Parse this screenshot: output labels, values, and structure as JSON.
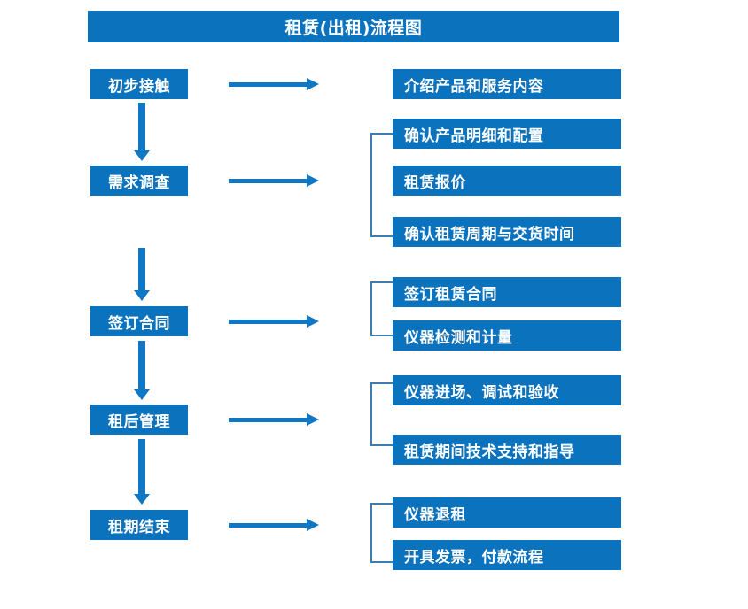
{
  "diagram": {
    "title": "租赁(出租)流程图",
    "colors": {
      "box_fill": "#0b72bd",
      "box_text": "#ffffff",
      "arrow": "#1077c4",
      "bracket": "#3f7cb0",
      "background": "#ffffff"
    },
    "stages": [
      {
        "id": "stage-1",
        "label": "初步接触"
      },
      {
        "id": "stage-2",
        "label": "需求调查"
      },
      {
        "id": "stage-3",
        "label": "签订合同"
      },
      {
        "id": "stage-4",
        "label": "租后管理"
      },
      {
        "id": "stage-5",
        "label": "租期结束"
      }
    ],
    "details": [
      {
        "id": "detail-1",
        "label": "介绍产品和服务内容"
      },
      {
        "id": "detail-2",
        "label": "确认产品明细和配置"
      },
      {
        "id": "detail-3",
        "label": "租赁报价"
      },
      {
        "id": "detail-4",
        "label": "确认租赁周期与交货时间"
      },
      {
        "id": "detail-5",
        "label": "签订租赁合同"
      },
      {
        "id": "detail-6",
        "label": "仪器检测和计量"
      },
      {
        "id": "detail-7",
        "label": "仪器进场、调试和验收"
      },
      {
        "id": "detail-8",
        "label": "租赁期间技术支持和指导"
      },
      {
        "id": "detail-9",
        "label": "仪器退租"
      },
      {
        "id": "detail-10",
        "label": "开具发票，付款流程"
      }
    ],
    "connectors": {
      "horizontal_arrow_count": 5,
      "vertical_arrow_count": 4,
      "bracket_count": 4
    }
  }
}
